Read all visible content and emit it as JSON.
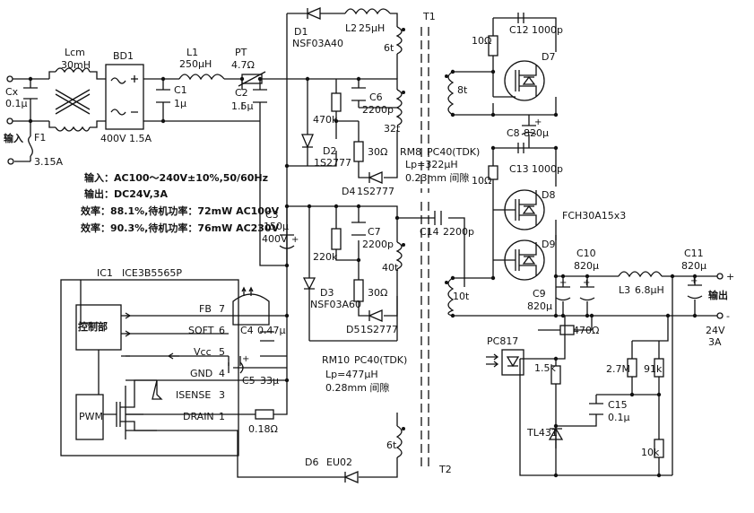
{
  "components": {
    "cx": {
      "ref": "Cx",
      "value": "0.1μ"
    },
    "f1": {
      "ref": "F1",
      "value": "3.15A"
    },
    "input": "输入",
    "lcm": {
      "ref": "Lcm",
      "value": "30mH"
    },
    "bd1": {
      "ref": "BD1",
      "value": "400V 1.5A"
    },
    "c1": {
      "ref": "C1",
      "value": "1μ"
    },
    "l1": {
      "ref": "L1",
      "value": "250μH"
    },
    "pt": {
      "ref": "PT",
      "value": "4.7Ω"
    },
    "c2": {
      "ref": "C2",
      "value": "1.5μ"
    },
    "d1": {
      "ref": "D1",
      "value": "NSF03A40"
    },
    "l2": {
      "ref": "L2",
      "value": "25μH"
    },
    "t1": {
      "ref": "T1"
    },
    "d2": {
      "ref": "D2",
      "value": "1S2777"
    },
    "r470k": "470k",
    "c6": {
      "ref": "C6",
      "value": "2200p"
    },
    "r30a": "30Ω",
    "d4": {
      "ref": "D4",
      "value": "1S2777"
    },
    "turns_6t_top": "6t",
    "turns_32t": "32t",
    "turns_8t": "8t",
    "turns_40t": "40t",
    "turns_10t": "10t",
    "turns_6t_bot": "6t",
    "t1core": {
      "ref": "RM8",
      "material": "PC40(TDK)",
      "lp": "Lp=322μH",
      "gap": "0.23mm 间隙"
    },
    "c3": {
      "ref": "C3",
      "value": "150μ",
      "volt": "400V"
    },
    "r220k": "220k",
    "c7": {
      "ref": "C7",
      "value": "2200p"
    },
    "d3": {
      "ref": "D3",
      "value": "NSF03A60"
    },
    "r30b": "30Ω",
    "d5": {
      "ref": "D5",
      "value": "1S2777"
    },
    "c14": {
      "ref": "C14",
      "value": "2200p"
    },
    "r10a": "10Ω",
    "c12": {
      "ref": "C12",
      "value": "1000p"
    },
    "d7": {
      "ref": "D7"
    },
    "c8": {
      "ref": "C8",
      "value": "820μ"
    },
    "r10b": "10Ω",
    "c13": {
      "ref": "C13",
      "value": "1000p"
    },
    "d8": {
      "ref": "D8"
    },
    "d9": {
      "ref": "D9"
    },
    "fch": "FCH30A15x3",
    "c9": {
      "ref": "C9",
      "value": "820μ"
    },
    "c10": {
      "ref": "C10",
      "value": "820μ"
    },
    "l3": {
      "ref": "L3",
      "value": "6.8μH"
    },
    "c11": {
      "ref": "C11",
      "value": "820μ"
    },
    "output": {
      "label": "输出",
      "plus": "+",
      "minus": "-",
      "volt": "24V",
      "amp": "3A"
    },
    "ic1": {
      "ref": "IC1",
      "part": "ICE3B5565P",
      "ctrl": "控制部",
      "pwm": "PWM"
    },
    "pins": [
      {
        "name": "FB",
        "num": "7"
      },
      {
        "name": "SOFT",
        "num": "6"
      },
      {
        "name": "Vcc",
        "num": "5"
      },
      {
        "name": "GND",
        "num": "4"
      },
      {
        "name": "ISENSE",
        "num": "3"
      },
      {
        "name": "DRAIN",
        "num": "1"
      }
    ],
    "c4": {
      "ref": "C4",
      "value": "0.47μ"
    },
    "c5": {
      "ref": "C5",
      "value": "33μ"
    },
    "rsense": "0.18Ω",
    "t2core": {
      "ref": "RM10",
      "material": "PC40(TDK)",
      "lp": "Lp=477μH",
      "gap": "0.28mm 间隙"
    },
    "d6": {
      "ref": "D6",
      "value": "EU02"
    },
    "t2": {
      "ref": "T2"
    },
    "pc817": "PC817",
    "r470": "470Ω",
    "r15k": "1.5k",
    "r27m": "2.7M",
    "r91k": "91k",
    "c15": {
      "ref": "C15",
      "value": "0.1μ"
    },
    "tl431": "TL431",
    "r10k": "10k"
  },
  "specs": {
    "input": "输入：AC100～240V±10%,50/60Hz",
    "output": "输出：DC24V,3A",
    "eff1": "效率：88.1%,待机功率：72mW  AC100V",
    "eff2": "效率：90.3%,待机功率：76mW  AC230V"
  }
}
